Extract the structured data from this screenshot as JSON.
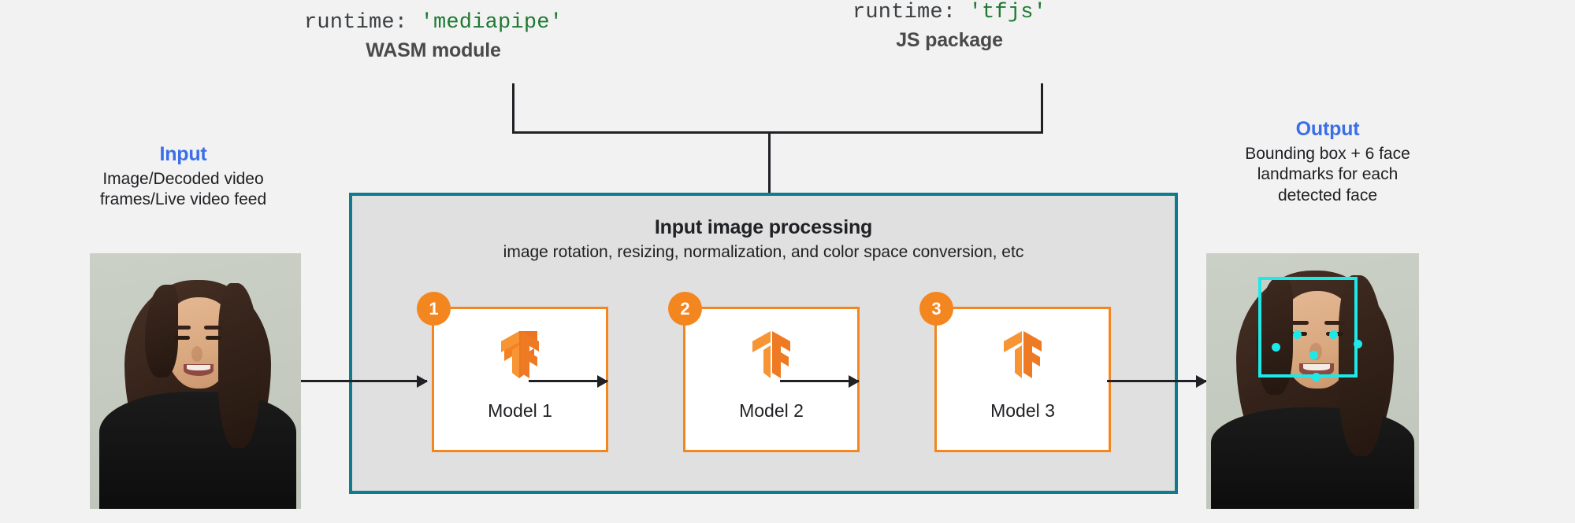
{
  "background_color": "#F2F2F2",
  "accent_colors": {
    "blue": "#3B6FE8",
    "orange": "#F4861F",
    "teal": "#0E7C8C",
    "green_string": "#1E7A33",
    "cyan_landmark": "#1DE9E9",
    "panel_gray": "#E0E0E0"
  },
  "runtime_labels": [
    {
      "code_key": "runtime:",
      "code_value": "'mediapipe'",
      "subtitle": "WASM module"
    },
    {
      "code_key": "runtime:",
      "code_value": "'tfjs'",
      "subtitle": "JS package"
    }
  ],
  "input": {
    "title": "Input",
    "description": "Image/Decoded video frames/Live video feed"
  },
  "output": {
    "title": "Output",
    "description": "Bounding box + 6 face landmarks for each detected face",
    "landmark_count": 6
  },
  "pipeline": {
    "title": "Input image processing",
    "subtitle": "image rotation, resizing, normalization, and color space conversion, etc",
    "models": [
      {
        "badge": "1",
        "label": "Model 1",
        "logo": "tensorflow-logo"
      },
      {
        "badge": "2",
        "label": "Model 2",
        "logo": "tensorflow-logo"
      },
      {
        "badge": "3",
        "label": "Model 3",
        "logo": "tensorflow-logo"
      }
    ]
  }
}
